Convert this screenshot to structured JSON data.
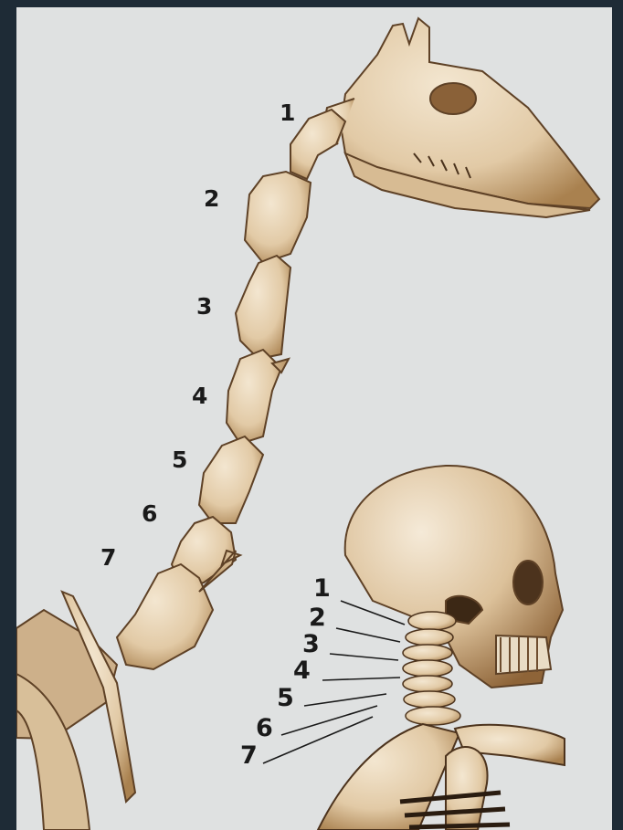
{
  "giraffe_labels": [
    "1",
    "2",
    "3",
    "4",
    "5",
    "6",
    "7"
  ],
  "human_labels": [
    "1",
    "2",
    "3",
    "4",
    "5",
    "6",
    "7"
  ],
  "colors": {
    "board": "#dfe1e1",
    "bone_fill": "#ead8bd",
    "bone_shade": "#b0875a",
    "bone_dark": "#6b4a2b",
    "label": "#1a1a1a"
  }
}
